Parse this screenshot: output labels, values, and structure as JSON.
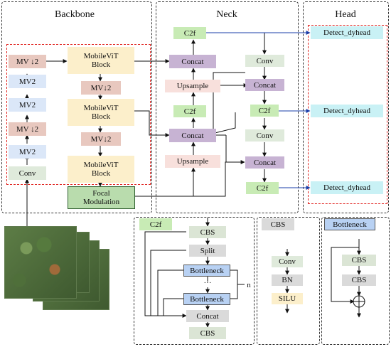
{
  "sections": {
    "backbone": "Backbone",
    "neck": "Neck",
    "head": "Head"
  },
  "backbone": {
    "mv_down_1": "MV ↓2",
    "mv2_1": "MV2",
    "mv2_2": "MV2",
    "mv_down_2": "MV ↓2",
    "mv2_3": "MV2",
    "conv": "Conv",
    "mobilevit_1": "MobileViT\nBlock",
    "mv_down_3": "MV↓2",
    "mobilevit_2": "MobileViT\nBlock",
    "mv_down_4": "MV↓2",
    "mobilevit_3": "MobileViT\nBlock",
    "focal": "Focal\nModulation"
  },
  "neck": {
    "c2f_top": "C2f",
    "concat_1": "Concat",
    "upsample_1": "Upsample",
    "c2f_mid": "C2f",
    "concat_2": "Concat",
    "upsample_2": "Upsample",
    "conv_1": "Conv",
    "concat_3": "Concat",
    "c2f_r1": "C2f",
    "conv_2": "Conv",
    "concat_4": "Concat",
    "c2f_r2": "C2f"
  },
  "head": {
    "detect_1": "Detect_dyhead",
    "detect_2": "Detect_dyhead",
    "detect_3": "Detect_dyhead"
  },
  "c2f_detail": {
    "tag": "C2f",
    "cbs_top": "CBS",
    "split": "Split",
    "bottleneck_1": "Bottleneck",
    "dots": "···",
    "bottleneck_2": "Bottleneck",
    "concat": "Concat",
    "cbs_bottom": "CBS",
    "n_label": "n"
  },
  "cbs_detail": {
    "tag": "CBS",
    "conv": "Conv",
    "bn": "BN",
    "silu": "SILU"
  },
  "bottleneck_detail": {
    "tag": "Bottleneck",
    "cbs_1": "CBS",
    "cbs_2": "CBS"
  },
  "colors": {
    "c2f": "#c8ebb5",
    "concat": "#c7b3d3",
    "upsample": "#f8e0dc",
    "detect": "#c9f1f5",
    "mobilevit": "#fcefcb",
    "mv_down": "#e8c8bf",
    "mv2": "#dbe7f8",
    "focal": "#b9dcad",
    "bottleneck": "#b8d1f3",
    "highlight_border": "#e0231f"
  }
}
